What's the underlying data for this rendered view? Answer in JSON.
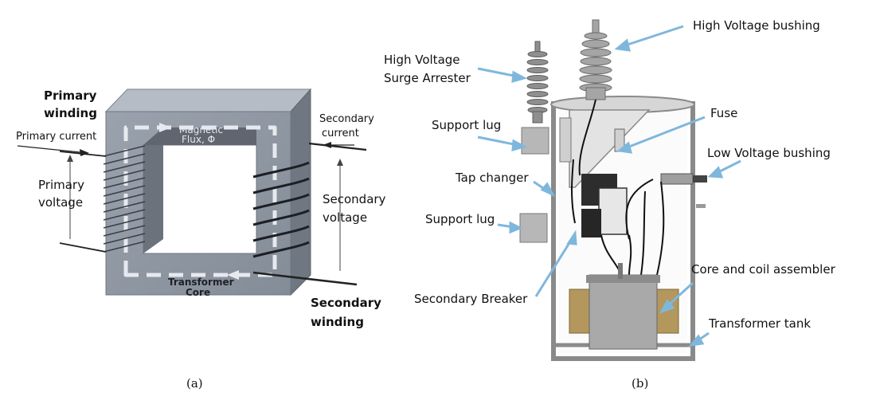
{
  "panel_a": {
    "caption": "(a)",
    "labels": {
      "primary_winding_line1": "Primary",
      "primary_winding_line2": "winding",
      "primary_current": "Primary current",
      "primary_voltage_line1": "Primary",
      "primary_voltage_line2": "voltage",
      "magnetic_flux_line1": "Magnetic",
      "magnetic_flux_line2": "Flux, Φ",
      "transformer_core_line1": "Transformer",
      "transformer_core_line2": "Core",
      "secondary_current_line1": "Secondary",
      "secondary_current_line2": "current",
      "secondary_voltage_line1": "Secondary",
      "secondary_voltage_line2": "voltage",
      "secondary_winding_line1": "Secondary",
      "secondary_winding_line2": "winding"
    }
  },
  "panel_b": {
    "caption": "(b)",
    "labels": {
      "hv_bushing": "High Voltage bushing",
      "hv_arrester_line1": "High Voltage",
      "hv_arrester_line2": "Surge Arrester",
      "support_lug_top": "Support lug",
      "fuse": "Fuse",
      "lv_bushing": "Low Voltage bushing",
      "tap_changer": "Tap changer",
      "support_lug_bottom": "Support lug",
      "core_coil": "Core and coil assembler",
      "secondary_breaker": "Secondary Breaker",
      "tank": "Transformer tank"
    }
  },
  "colors": {
    "arrow": "#7fb7dc",
    "core": "#8e96a3",
    "core_dark": "#6e7682",
    "metal": "#c9c9c9",
    "coil": "#b3975c"
  }
}
